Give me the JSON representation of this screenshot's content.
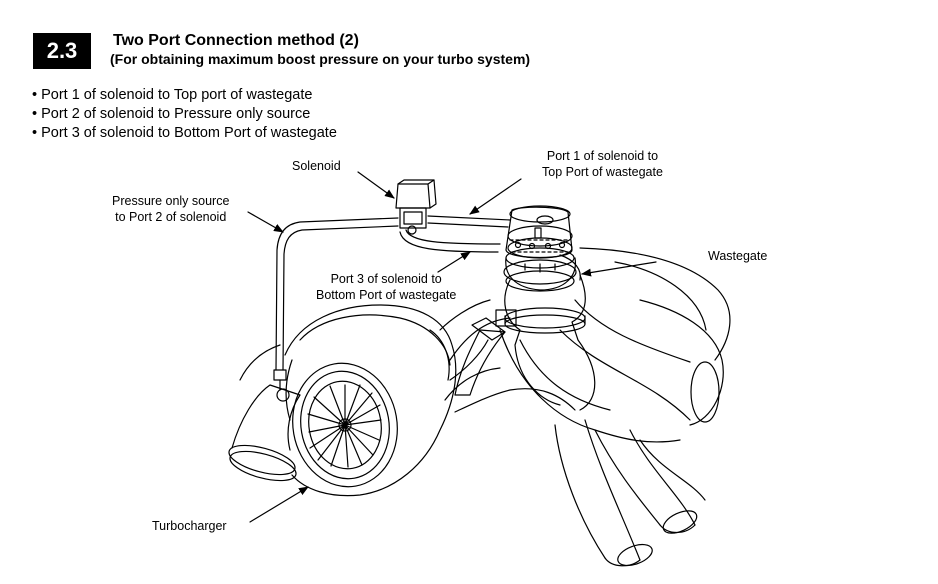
{
  "header": {
    "section_number": "2.3",
    "title": "Two Port Connection method (2)",
    "subtitle": "(For obtaining maximum boost pressure on your turbo system)"
  },
  "bullets": [
    "Port 1 of solenoid to Top port of wastegate",
    "Port 2 of solenoid to Pressure only source",
    "Port 3 of solenoid to Bottom Port of wastegate"
  ],
  "labels": {
    "solenoid": "Solenoid",
    "port1_line1": "Port 1 of solenoid to",
    "port1_line2": "Top Port of wastegate",
    "pressure_line1": "Pressure only source",
    "pressure_line2": "to Port 2 of solenoid",
    "wastegate": "Wastegate",
    "port3_line1": "Port 3 of solenoid to",
    "port3_line2": "Bottom Port of wastegate",
    "turbocharger": "Turbocharger"
  }
}
